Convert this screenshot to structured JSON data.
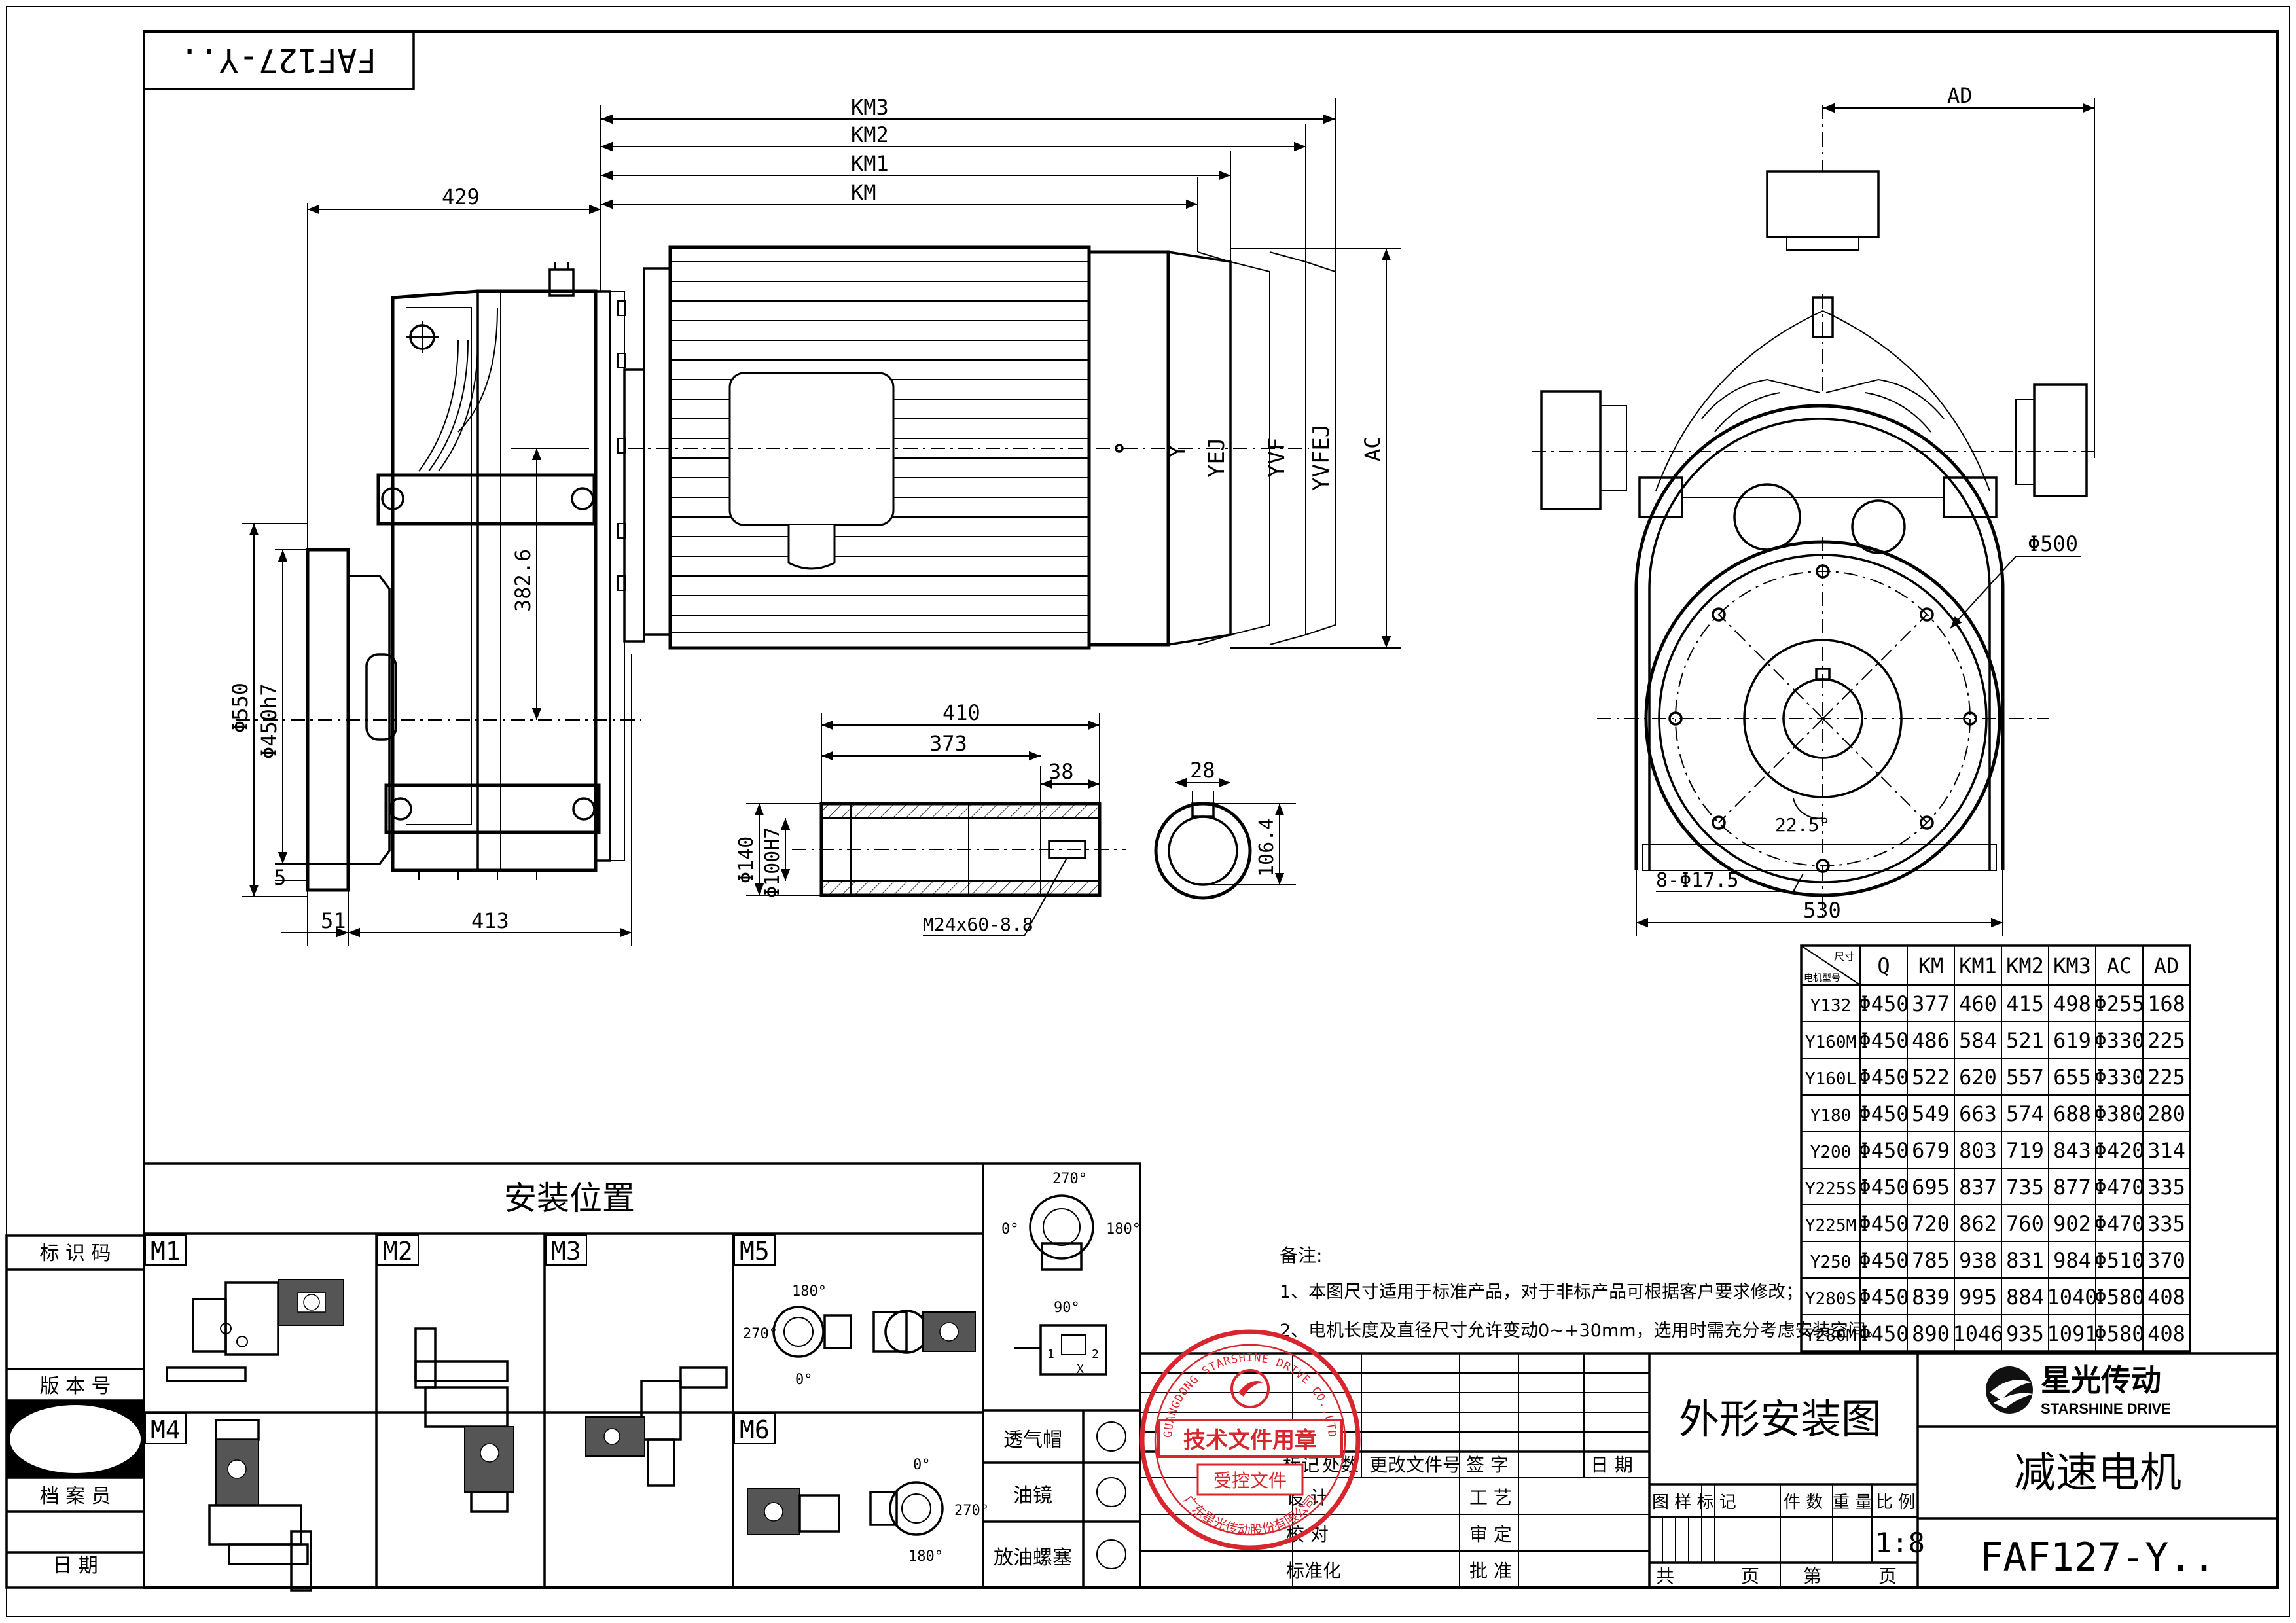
{
  "drawing": {
    "title_box_mirror": "FAF127-Y..",
    "model_code": "FAF127-Y..",
    "title": "外形安装图",
    "product": "减速电机",
    "company_cn": "星光传动",
    "company_en": "STARSHINE DRIVE",
    "scale": "1:8"
  },
  "dimensions": {
    "km3": "KM3",
    "km2": "KM2",
    "km1": "KM1",
    "km": "KM",
    "d429": "429",
    "d382": "382.6",
    "ac": "AC",
    "ad": "AD",
    "d550": "Φ550",
    "d450": "Φ450h7",
    "d5": "5",
    "d51": "51",
    "d413": "413",
    "d410": "410",
    "d373": "373",
    "d38": "38",
    "d140": "Φ140",
    "d100": "Φ100H7",
    "m24": "M24x60-8.8",
    "d28": "28",
    "d106": "106.4",
    "d500": "Φ500",
    "d225": "22.5°",
    "d8": "8-Φ17.5",
    "d530": "530",
    "y": "Y",
    "yej": "YEJ",
    "yvf": "YVF",
    "yvfej": "YVFEJ"
  },
  "table": {
    "corner_top": "尺寸",
    "corner_bottom": "电机型号",
    "headers": [
      "Q",
      "KM",
      "KM1",
      "KM2",
      "KM3",
      "AC",
      "AD"
    ],
    "rows": [
      [
        "Y132",
        "Φ450",
        "377",
        "460",
        "415",
        "498",
        "Φ255",
        "168"
      ],
      [
        "Y160M",
        "Φ450",
        "486",
        "584",
        "521",
        "619",
        "Φ330",
        "225"
      ],
      [
        "Y160L",
        "Φ450",
        "522",
        "620",
        "557",
        "655",
        "Φ330",
        "225"
      ],
      [
        "Y180",
        "Φ450",
        "549",
        "663",
        "574",
        "688",
        "Φ380",
        "280"
      ],
      [
        "Y200",
        "Φ450",
        "679",
        "803",
        "719",
        "843",
        "Φ420",
        "314"
      ],
      [
        "Y225S",
        "Φ450",
        "695",
        "837",
        "735",
        "877",
        "Φ470",
        "335"
      ],
      [
        "Y225M",
        "Φ450",
        "720",
        "862",
        "760",
        "902",
        "Φ470",
        "335"
      ],
      [
        "Y250",
        "Φ450",
        "785",
        "938",
        "831",
        "984",
        "Φ510",
        "370"
      ],
      [
        "Y280S",
        "Φ450",
        "839",
        "995",
        "884",
        "1040",
        "Φ580",
        "408"
      ],
      [
        "Y280M",
        "Φ450",
        "890",
        "1046",
        "935",
        "1091",
        "Φ580",
        "408"
      ]
    ]
  },
  "notes": {
    "heading": "备注:",
    "line1": "1、本图尺寸适用于标准产品，对于非标产品可根据客户要求修改；",
    "line2": "2、电机长度及直径尺寸允许变动0~+30mm，选用时需充分考虑安装空间。"
  },
  "mounting": {
    "title": "安装位置",
    "positions": [
      "M1",
      "M2",
      "M3",
      "M4",
      "M5",
      "M6"
    ],
    "breather": "透气帽",
    "sight": "油镜",
    "drain": "放油螺塞",
    "angle_0": "0°",
    "angle_90": "90°",
    "angle_180": "180°",
    "angle_270": "270°",
    "term_x": "X",
    "term_1": "1",
    "term_2": "2"
  },
  "left_strip": {
    "id_code": "标 识 码",
    "version": "版 本 号",
    "archiver": "档 案 员",
    "date": "日    期"
  },
  "title_block": {
    "mark": "标记",
    "count": "处数",
    "change_doc": "更改文件号",
    "sign": "签  字",
    "date": "日  期",
    "design": "设  计",
    "check": "校  对",
    "std": "标准化",
    "process": "工  艺",
    "review": "审  定",
    "approve": "批  准",
    "pattern_mark": "图 样 标 记",
    "pieces": "件 数",
    "weight": "重 量",
    "ratio": "比 例",
    "total": "共",
    "page": "页",
    "nth": "第",
    "page2": "页"
  },
  "stamp": {
    "ring": "GUANGDONG STARSHINE DRIVE CO.,LTD",
    "ring_bottom": "广东星光传动股份有限公司",
    "main": "技术文件用章",
    "sub": "受控文件"
  },
  "colors": {
    "ink": "#000000",
    "stamp": "#d8262e"
  }
}
